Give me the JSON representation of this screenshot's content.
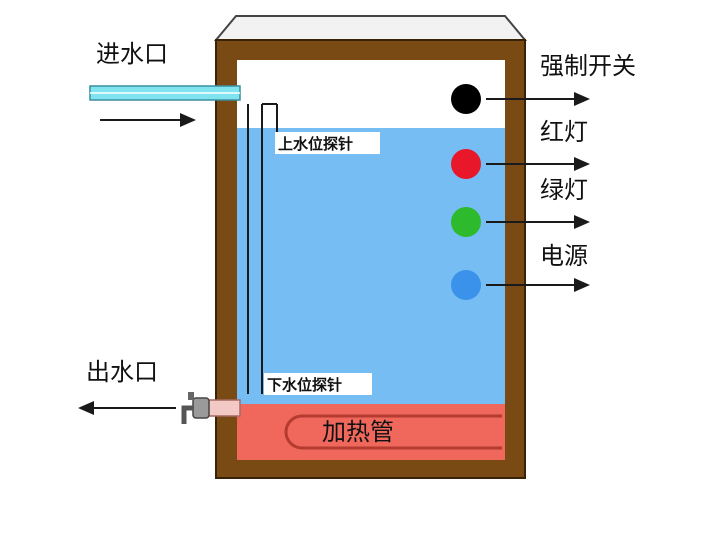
{
  "labels": {
    "inlet": "进水口",
    "outlet": "出水口",
    "upper_probe": "上水位探针",
    "lower_probe": "下水位探针",
    "heater": "加热管",
    "force_switch": "强制开关",
    "red_light": "红灯",
    "green_light": "绿灯",
    "power": "电源"
  },
  "colors": {
    "tank_frame": "#7a4a14",
    "tank_top": "#f2f2f2",
    "water": "#76bdf4",
    "air": "#ffffff",
    "inlet_pipe": "#7fe4ef",
    "heater": "#f0675c",
    "force_switch": "#000000",
    "red_light": "#e8182a",
    "green_light": "#2dbb2d",
    "power_light": "#3a92ea",
    "arrow": "#1a1a1a"
  },
  "icons": [
    "faucet-icon"
  ]
}
